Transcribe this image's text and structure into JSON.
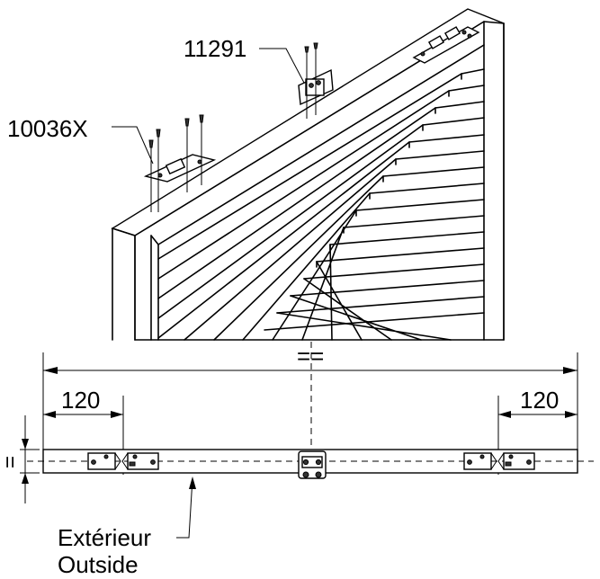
{
  "callouts": {
    "part_hinge": "11291",
    "part_plate": "10036X"
  },
  "dimensions": {
    "equal_mark": "==",
    "left_offset": "120",
    "right_offset": "120",
    "side_mark": "="
  },
  "labels": {
    "exterior_fr": "Extérieur",
    "exterior_en": "Outside"
  },
  "colors": {
    "line": "#000000",
    "background": "#ffffff"
  }
}
